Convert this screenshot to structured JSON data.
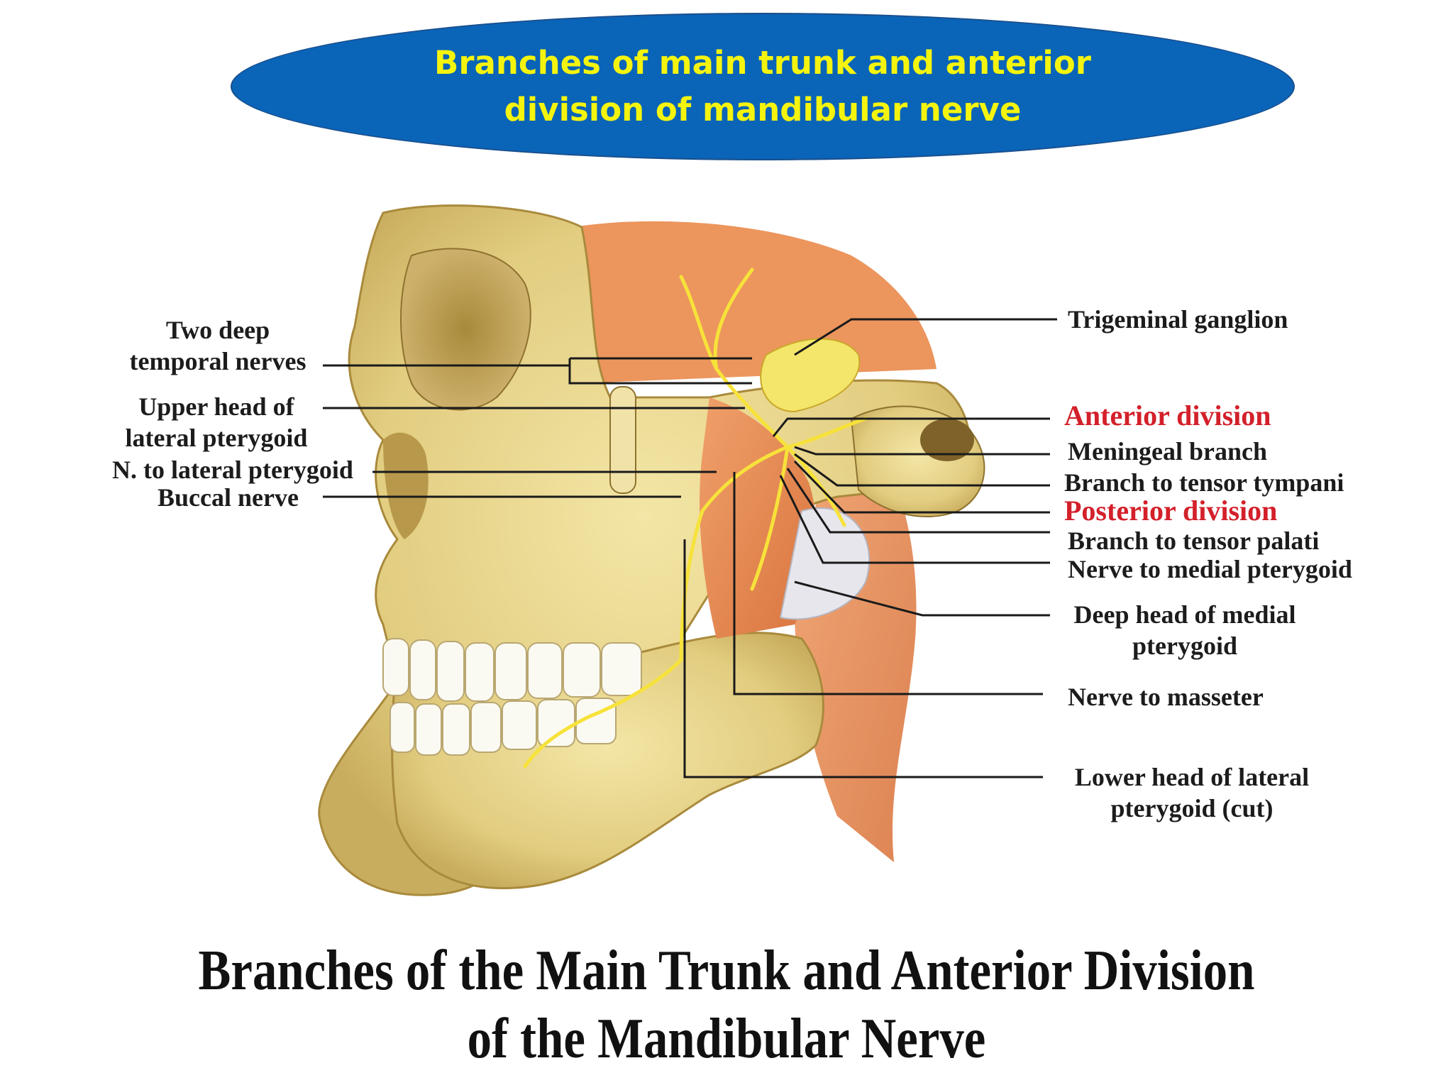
{
  "header": {
    "title_line1": "Branches of main trunk and anterior",
    "title_line2": "division of mandibular nerve"
  },
  "labels_left": {
    "deep_temporal_1": "Two deep",
    "deep_temporal_2": "temporal nerves",
    "upper_head_1": "Upper head of",
    "upper_head_2": "lateral pterygoid",
    "n_lateral_pterygoid": "N. to lateral pterygoid",
    "buccal": "Buccal nerve"
  },
  "labels_right": {
    "trigeminal": "Trigeminal ganglion",
    "anterior_division": "Anterior division",
    "meningeal": "Meningeal branch",
    "tensor_tympani": "Branch to tensor tympani",
    "posterior_division": "Posterior division",
    "tensor_palati": "Branch to tensor palati",
    "medial_pterygoid": "Nerve to medial pterygoid",
    "deep_head_1": "Deep head of medial",
    "deep_head_2": "pterygoid",
    "masseter": "Nerve to masseter",
    "lower_head_1": "Lower head of lateral",
    "lower_head_2": "pterygoid (cut)"
  },
  "caption": {
    "line1": "Branches of the Main Trunk and Anterior Division",
    "line2": "of the Mandibular Nerve"
  },
  "colors": {
    "ellipse": "#0a64b8",
    "title_text": "#f4f40e",
    "division_labels": "#d3202a",
    "bone": "#e8d489",
    "muscle": "#e88a52",
    "nerve": "#f7e23a"
  }
}
